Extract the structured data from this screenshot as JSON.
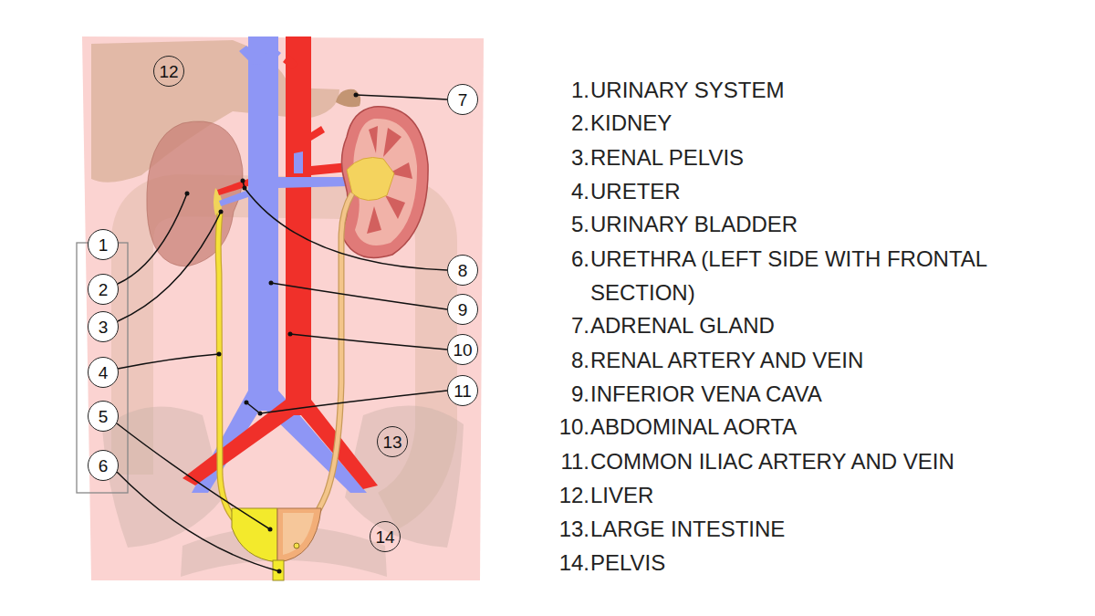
{
  "diagram": {
    "nodes": [
      {
        "text": [
          "12"
        ]
      },
      {
        "text": [
          "7"
        ]
      },
      {
        "text": [
          "1"
        ]
      },
      {
        "text": [
          "8"
        ]
      },
      {
        "text": [
          "2"
        ]
      },
      {
        "text": [
          "9"
        ]
      },
      {
        "text": [
          "3"
        ]
      },
      {
        "text": [
          "10"
        ]
      },
      {
        "text": [
          "4"
        ]
      },
      {
        "text": [
          "11"
        ]
      },
      {
        "text": [
          "5"
        ]
      },
      {
        "text": [
          "13"
        ]
      },
      {
        "text": [
          "6"
        ]
      },
      {
        "text": [
          "14"
        ]
      }
    ],
    "labels": [
      "1.",
      "URINARY SYSTEM",
      "2.",
      "KIDNEY",
      "3.",
      "RENAL PELVIS",
      "4.",
      "URETER",
      "5.",
      "URINARY BLADDER",
      "6.",
      "URETHRA (LEFT SIDE WITH FRONTAL SECTION)",
      "7.",
      "ADRENAL GLAND",
      "8.",
      "RENAL ARTERY AND VEIN",
      "9.",
      "INFERIOR VENA CAVA",
      "10.",
      "ABDOMINAL AORTA",
      "11.",
      "COMMON ILIAC ARTERY AND VEIN",
      "12.",
      "LIVER",
      "13.",
      "LARGE INTESTINE",
      "14.",
      "PELVIS"
    ]
  }
}
